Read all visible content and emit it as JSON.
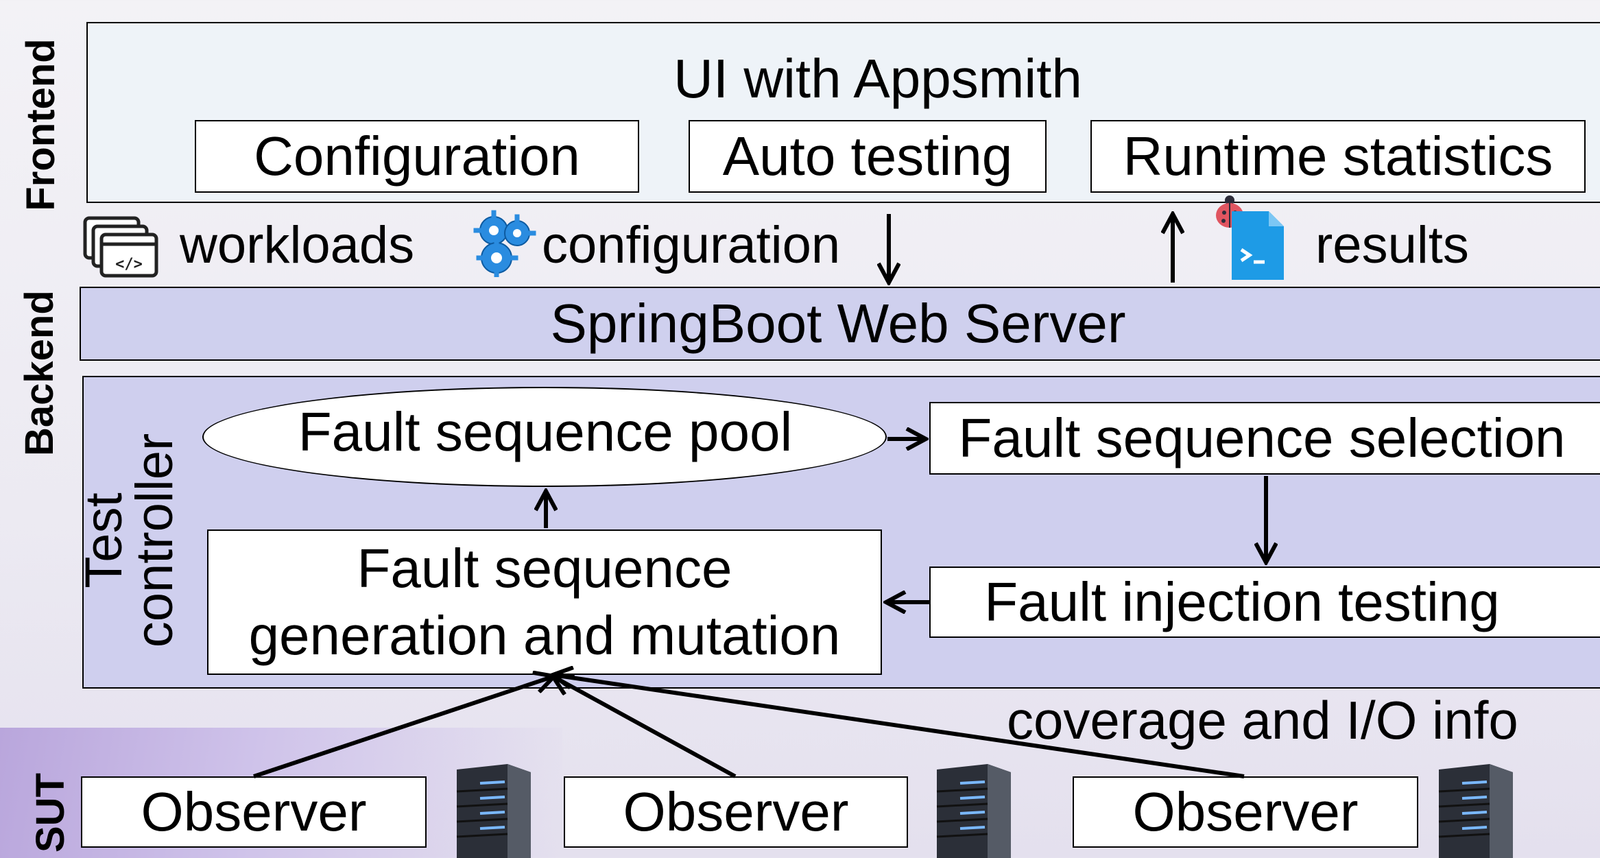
{
  "layers": {
    "frontend": "Frontend",
    "backend": "Backend",
    "sut": "SUT"
  },
  "frontend": {
    "title": "UI with Appsmith",
    "modules": [
      "Configuration",
      "Auto testing",
      "Runtime statistics"
    ]
  },
  "io": {
    "workloads": "workloads",
    "configuration": "configuration",
    "results": "results"
  },
  "web_server": "SpringBoot Web Server",
  "backend": {
    "controller": [
      "Test",
      "controller"
    ],
    "pool": "Fault sequence pool",
    "selection": "Fault sequence selection",
    "generation": [
      "Fault sequence",
      "generation and mutation"
    ],
    "injection": "Fault injection testing",
    "feedback": "coverage and I/O info"
  },
  "sut": {
    "observers": [
      "Observer",
      "Observer",
      "Observer"
    ]
  },
  "icons": [
    "code-window-icon",
    "gears-icon",
    "bug-icon",
    "terminal-file-icon",
    "server-icon"
  ],
  "colors": {
    "frontend_panel": "#eef3f8",
    "server_bar": "#cfd0ee",
    "backend_panel": "#cfcfee",
    "gear_blue": "#2a8ce0",
    "file_blue": "#1e9be6",
    "bug_red": "#e05560"
  }
}
